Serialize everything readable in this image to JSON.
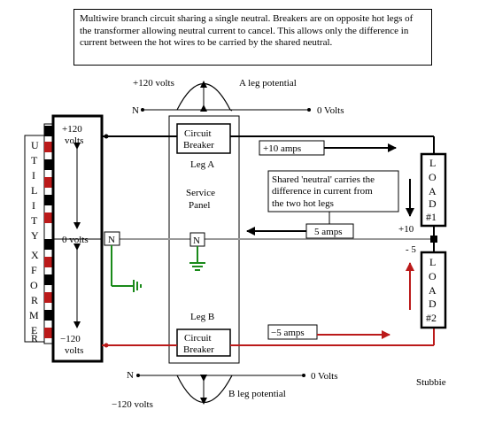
{
  "description": "Multiwire branch circuit sharing a single neutral. Breakers are on opposite hot legs of the transformer allowing neutral current to cancel. This allows only the difference in current between the hot wires to be carried by the shared neutral.",
  "transformer": {
    "letters": [
      "U",
      "T",
      "I",
      "L",
      "I",
      "T",
      "Y",
      "X",
      "F",
      "O",
      "R",
      "M",
      "E",
      "R"
    ],
    "top_voltage_1": "+120",
    "top_voltage_2": "volts",
    "middle_voltage": "0 volts",
    "bottom_voltage_1": "−120",
    "bottom_voltage_2": "volts"
  },
  "top_waveform": {
    "plus_label": "+120 volts",
    "leg_label": "A leg potential",
    "neutral_letter": "N",
    "zero_label": "0 Volts"
  },
  "bottom_waveform": {
    "minus_label": "−120 volts",
    "leg_label": "B leg potential",
    "neutral_letter": "N",
    "zero_label": "0 Volts"
  },
  "panel": {
    "breaker_a_1": "Circuit",
    "breaker_a_2": "Breaker",
    "leg_a": "Leg A",
    "service_1": "Service",
    "service_2": "Panel",
    "leg_b": "Leg B",
    "breaker_b_1": "Circuit",
    "breaker_b_2": "Breaker",
    "neutral_bar": "N",
    "xformer_neutral": "N"
  },
  "currents": {
    "leg_a": "+10 amps",
    "neutral": "5 amps",
    "leg_b": "−5 amps"
  },
  "note": {
    "line1": "Shared 'neutral' carries the",
    "line2": "difference in current from",
    "line3": "the two hot legs"
  },
  "loads": {
    "load1_letters": [
      "L",
      "O",
      "A",
      "D",
      "#1"
    ],
    "load2_letters": [
      "L",
      "O",
      "A",
      "D",
      "#2"
    ],
    "plus_label": "+10",
    "minus_label": "- 5"
  },
  "credit": "Stubbie",
  "colors": {
    "leg_a_wire": "#000000",
    "neutral_wire": "#999999",
    "leg_b_wire": "#bb1a1a",
    "ground_wire": "#1a8a1a"
  }
}
